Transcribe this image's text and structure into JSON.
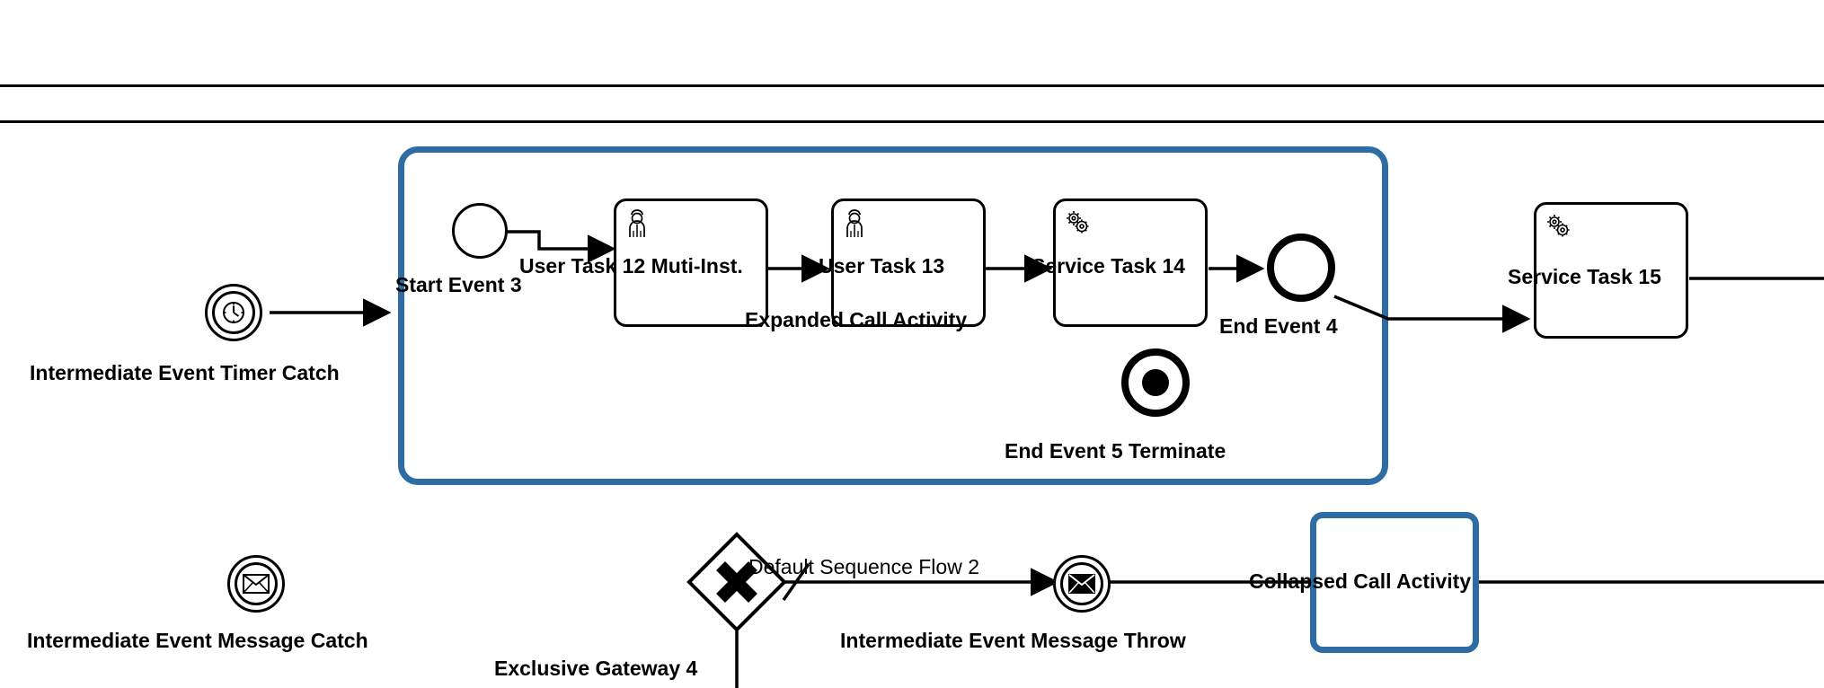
{
  "diagram": {
    "type": "bpmn-process-diagram",
    "background": "#ffffff",
    "accent_blue": "#2d6da4",
    "stroke_black": "#000000"
  },
  "lanes": {
    "rule_top_label": "pool-lane-divider-top",
    "rule_bottom_label": "pool-lane-divider-bottom"
  },
  "containers": [
    {
      "id": "expanded-call-activity",
      "label": "Expanded Call Activity",
      "kind": "expanded-call-activity",
      "border_color": "#2d6da4"
    },
    {
      "id": "collapsed-call-activity",
      "label": "Collapsed Call Activity",
      "kind": "collapsed-call-activity",
      "border_color": "#2d6da4"
    }
  ],
  "events": [
    {
      "id": "intermediate-event-timer-catch",
      "label": "Intermediate Event Timer Catch",
      "kind": "intermediate-catch",
      "glyph": "timer-icon"
    },
    {
      "id": "start-event-3",
      "label": "Start Event 3",
      "kind": "start",
      "glyph": "none"
    },
    {
      "id": "end-event-4",
      "label": "End Event 4",
      "kind": "end",
      "glyph": "none"
    },
    {
      "id": "end-event-5-terminate",
      "label": "End Event 5 Terminate",
      "kind": "end-terminate",
      "glyph": "terminate-icon"
    },
    {
      "id": "intermediate-event-message-catch",
      "label": "Intermediate Event Message Catch",
      "kind": "intermediate-catch",
      "glyph": "envelope-outline-icon"
    },
    {
      "id": "intermediate-event-message-throw",
      "label": "Intermediate Event Message Throw",
      "kind": "intermediate-throw",
      "glyph": "envelope-filled-icon"
    }
  ],
  "tasks": [
    {
      "id": "user-task-12",
      "label": "User Task 12 Muti-Inst.",
      "kind": "user-task",
      "glyph": "user-icon"
    },
    {
      "id": "user-task-13",
      "label": "User Task 13",
      "kind": "user-task",
      "glyph": "user-icon"
    },
    {
      "id": "service-task-14",
      "label": "Service Task 14",
      "kind": "service-task",
      "glyph": "gear-icon"
    },
    {
      "id": "service-task-15",
      "label": "Service Task 15",
      "kind": "service-task",
      "glyph": "gear-icon"
    }
  ],
  "gateways": [
    {
      "id": "exclusive-gateway-4",
      "label": "Exclusive Gateway 4",
      "kind": "exclusive",
      "glyph": "x-mark-icon"
    }
  ],
  "flows": [
    {
      "id": "default-sequence-flow-2",
      "label": "Default Sequence Flow 2",
      "kind": "default-sequence-flow"
    }
  ]
}
